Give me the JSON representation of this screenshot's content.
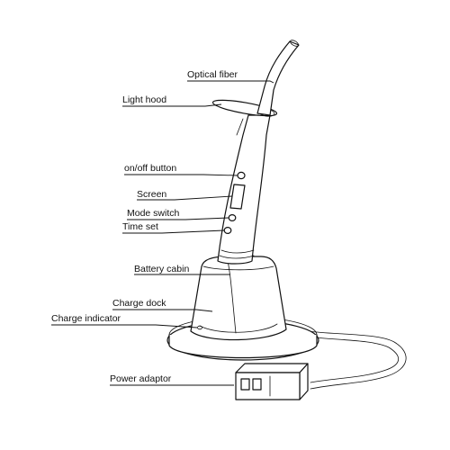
{
  "labels": {
    "optical_fiber": "Optical fiber",
    "light_hood": "Light  hood",
    "on_off_button": "on/off button",
    "screen": "Screen",
    "mode_switch": "Mode switch",
    "time_set": "Time set",
    "battery_cabin": "Battery cabin",
    "charge_dock": "Charge dock",
    "charge_indicator": "Charge indicator",
    "power_adaptor": "Power adaptor"
  }
}
